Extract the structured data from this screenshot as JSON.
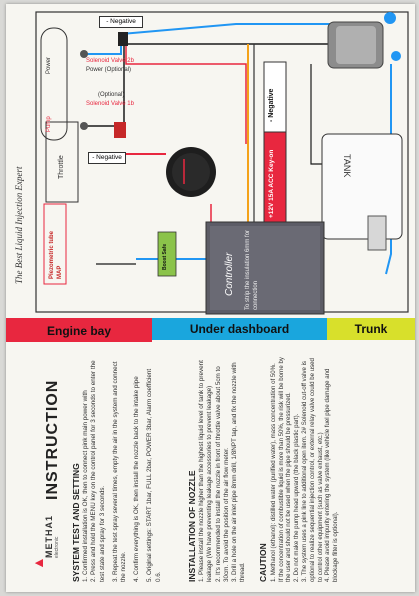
{
  "header": {
    "slogan": "The Best Liquid Injection Expert"
  },
  "diagram": {
    "negative_top": "- Negative",
    "power": "Power",
    "solenoid_valve_2b": "Solenoid Valve 2b",
    "power_optional": "Power (Optional)",
    "optional": "(Optional)",
    "solenoid_valve_1b": "Solenoid Valve 1b",
    "pump": "Pump",
    "throttle": "Throttle",
    "negative_bottom": "- Negative",
    "relay_negative": "- Negative",
    "relay_acc": "+12V 15A ACC Key-on",
    "tank": "TANK",
    "piezometric_tube_line1": "Piezometric tube",
    "piezometric_tube_line2": "MAP",
    "boost_safe": "Boost Safe",
    "controller": "Controller",
    "controller_note_line1": "To strip the insulation 6mm for",
    "controller_note_line2": "connection"
  },
  "bands": {
    "engine_bay": "Engine bay",
    "under_dashboard": "Under dashboard",
    "trunk": "Trunk"
  },
  "colors": {
    "engine_bay": "#e8273f",
    "under_dashboard": "#1aa6dd",
    "trunk": "#d8e02b",
    "negative_label_bg": "#ffffff",
    "acc_label_bg": "#e8273f"
  },
  "brand": {
    "name": "METHA1",
    "sub": "electronic"
  },
  "instruction": {
    "title": "INSTRUCTION",
    "system_title": "SYSTEM TEST AND SETTING",
    "system_1": "1. Confirmed installation is OK, then to connect pink main power with",
    "system_2": "2. Press and hold the MENU key on the control panel for 3 seconds to enter the test state and spray for 3 seconds.",
    "system_3": "3. Repeat the test spray several times, empty the air in the system and connect the nozzle.",
    "system_4": "4. Confirm everything is OK, then install the nozzle back to the intake pipe",
    "system_5": "5. Original settings: START 1bar, FULL 2bar, POWER 3bar, Alarm coefficient 0.6.",
    "nozzle_title": "INSTALLATION OF NOZZLE",
    "nozzle_1": "1. Please install the nozzle higher than the highest liquid level of tank to prevent leakage (We have preventing leakage accessories to prevent leakage)",
    "nozzle_2": "2. It's recommended to install the nozzle in front of throttle valve about 5cm to 30cm. To avoid the position of the air flow meter.",
    "nozzle_3": "3. Drill a hole on the air inlet pipe 8mm drill, 1/8NPT tap, and fix the nozzle with thread.",
    "caution_title": "CAUTION",
    "caution_1": "1. Methanol (ethanol): distilled water (purified water), mass concentration of 50%.",
    "caution_2": "If the concentration of combustible liquid is more than 50%, the risk will be borne by the user and should not be used when the pipe should be pressurized.",
    "caution_3": "2. Do not make the pump head upward (the black plastic part).",
    "caution_4": "3. The system uses a pink line to additional open item. 2# Solenoid cut-off valve is optional to realize sequential injection control, or external relay valve could be used to control other equipment (such as valve exhaust, etc.)",
    "caution_5": "4. Please avoid impurity entering the system (like vehicle fuel pipe damage and blockage filter is optional)."
  }
}
